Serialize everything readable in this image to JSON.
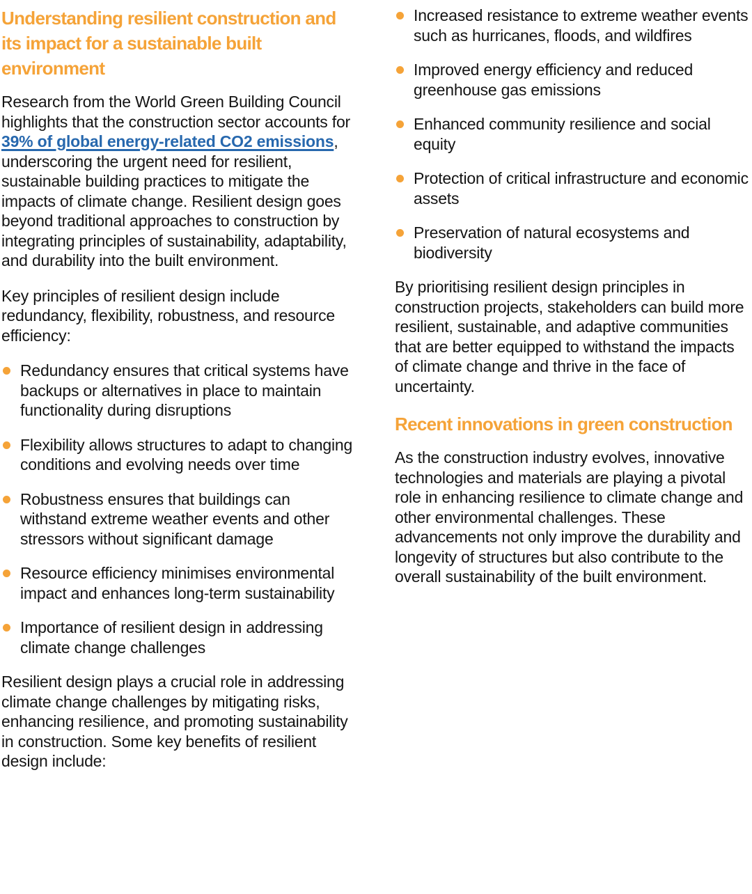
{
  "colors": {
    "accent": "#F5A338",
    "link": "#2768AE",
    "text": "#141414",
    "background": "#FFFFFF"
  },
  "left_column": {
    "heading": "Understanding resilient construction and its impact for a sustainable built environment",
    "intro": {
      "before_link": "Research from the World Green Building Council highlights that the construction sector accounts for ",
      "link_text": "39% of global energy-related CO2 emissions",
      "after_link": ", underscoring the urgent need for resilient, sustainable building practices to mitigate the impacts of climate change. Resilient design goes beyond traditional approaches to construction by integrating principles of sustainability, adaptability, and durability into the built environment."
    },
    "key_principles_intro": "Key principles of resilient design include redundancy, flexibility, robustness, and resource efficiency:",
    "bullets": [
      "Redundancy ensures that critical systems have backups or alternatives in place to maintain functionality during disruptions",
      "Flexibility allows structures to adapt to changing conditions and evolving needs over time",
      "Robustness ensures that buildings can withstand extreme weather events and other stressors without significant damage",
      "Resource efficiency minimises environmental impact and enhances long-term sustainability",
      "Importance of resilient design in addressing climate change challenges"
    ],
    "benefits_intro": "Resilient design plays a crucial role in addressing climate change challenges by mitigating risks, enhancing resilience, and promoting sustainability in construction. Some key benefits of resilient design include:"
  },
  "right_column": {
    "bullets": [
      "Increased resistance to extreme weather events such as hurricanes, floods, and wildfires",
      "Improved energy efficiency and reduced greenhouse gas emissions",
      "Enhanced community resilience and social equity",
      "Protection of critical infrastructure and economic assets",
      "Preservation of natural ecosystems and biodiversity"
    ],
    "prioritising_para": "By prioritising resilient design principles in construction projects, stakeholders can build more resilient, sustainable, and adaptive communities that are better equipped to withstand the impacts of climate change and thrive in the face of uncertainty.",
    "innovations_heading": "Recent innovations in green construction",
    "innovations_para": "As the construction industry evolves, innovative technologies and materials are playing a pivotal role in enhancing resilience to climate change and other environmental challenges. These advancements not only improve the durability and longevity of structures but also contribute to the overall sustainability of the built environment."
  }
}
